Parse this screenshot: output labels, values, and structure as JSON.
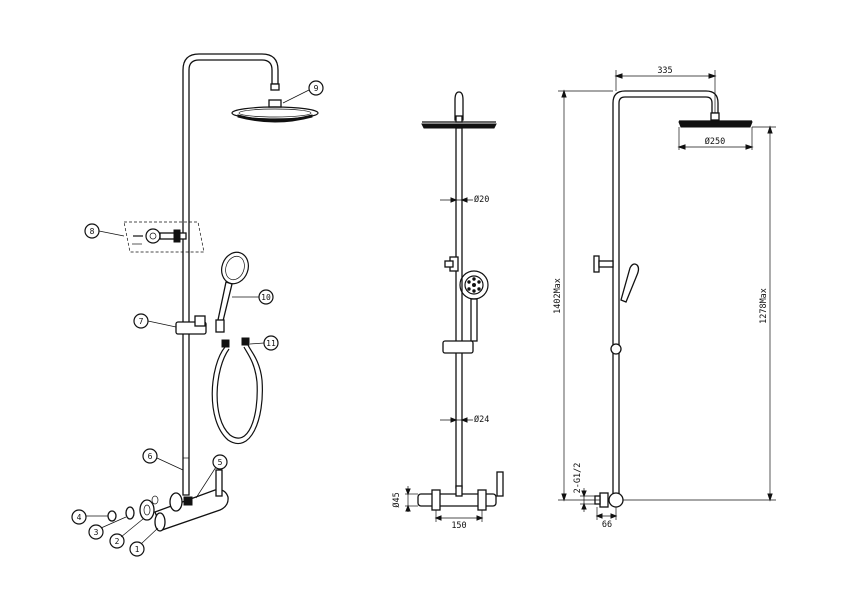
{
  "callouts": {
    "c1": "1",
    "c2": "2",
    "c3": "3",
    "c4": "4",
    "c5": "5",
    "c6": "6",
    "c7": "7",
    "c8": "8",
    "c9": "9",
    "c10": "10",
    "c11": "11"
  },
  "front_view": {
    "d_upper_pipe": "Ø20",
    "d_lower_pipe": "Ø24",
    "d_mixer_body": "Ø45",
    "w_mixer": "150"
  },
  "side_view": {
    "w_arm": "335",
    "d_head": "Ø250",
    "h_total": "1402Max",
    "h_head": "1278Max",
    "thread": "2-G1/2",
    "w_offset": "66"
  }
}
